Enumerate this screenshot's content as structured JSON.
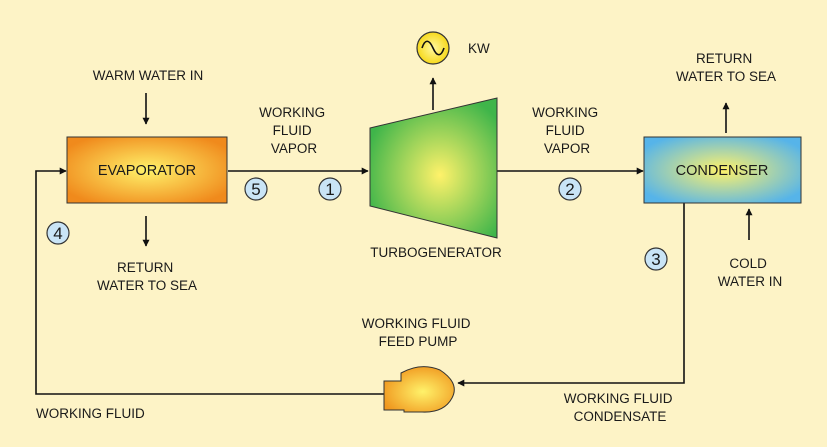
{
  "colors": {
    "background": "#fdf3c6",
    "evaporator": "#f08a1c",
    "condenser": "#56b4e9",
    "turbine": "#3fb54a",
    "pump": "#f0981f",
    "generator": "#f5d200",
    "highlight": "#fff26a",
    "state_circle": "#c9e4f6"
  },
  "components": {
    "evaporator": "EVAPORATOR",
    "condenser": "CONDENSER",
    "turbogenerator": "TURBOGENERATOR",
    "generator_output": "KW",
    "feed_pump": [
      "WORKING FLUID",
      "FEED PUMP"
    ]
  },
  "labels": {
    "warm_water_in": "WARM WATER IN",
    "evap_return": [
      "RETURN",
      "WATER TO SEA"
    ],
    "vapor_left": [
      "WORKING",
      "FLUID",
      "VAPOR"
    ],
    "vapor_right": [
      "WORKING",
      "FLUID",
      "VAPOR"
    ],
    "cond_return": [
      "RETURN",
      "WATER TO SEA"
    ],
    "cold_water_in": [
      "COLD",
      "WATER IN"
    ],
    "condensate": [
      "WORKING FLUID",
      "CONDENSATE"
    ],
    "working_fluid": "WORKING FLUID"
  },
  "states": [
    "1",
    "2",
    "3",
    "4",
    "5"
  ],
  "icons": {
    "generator": "ac-generator-icon",
    "pump": "pump-icon",
    "arrowhead": "arrowhead-icon"
  }
}
